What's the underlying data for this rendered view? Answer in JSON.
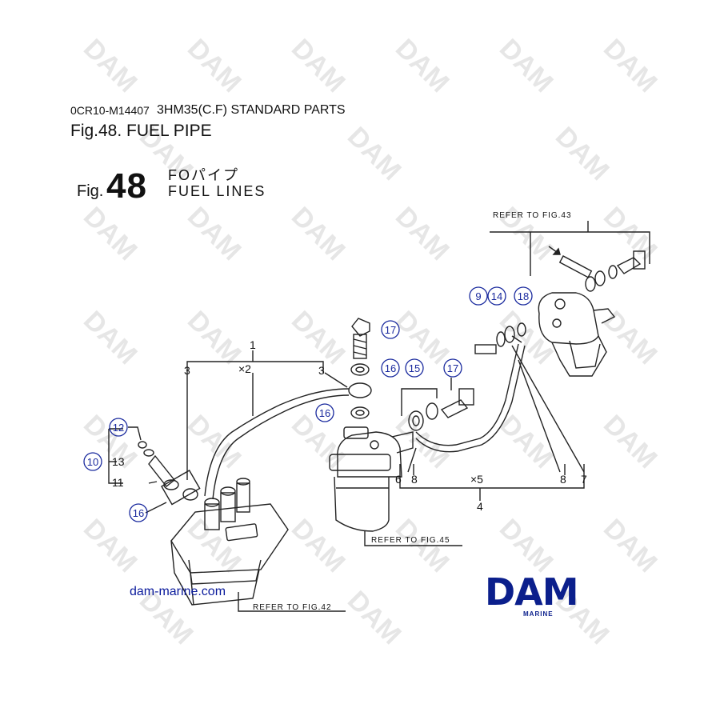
{
  "header": {
    "doc_code": "0CR10-M14407",
    "doc_title": "3HM35(C.F) STANDARD PARTS",
    "figure_title": "Fig.48.  FUEL PIPE"
  },
  "figure_block": {
    "label": "Fig.",
    "number": "48",
    "title_jp": "FOパイプ",
    "title_en": "FUEL LINES"
  },
  "references": {
    "fig43": "REFER TO FIG.43",
    "fig45": "REFER TO FIG.45",
    "fig42": "REFER TO FIG.42"
  },
  "callouts": {
    "c9": "9",
    "c14": "14",
    "c18": "18",
    "c17a": "17",
    "c16a": "16",
    "c16b": "16",
    "c15": "15",
    "c17b": "17",
    "c12": "12",
    "c10": "10",
    "c16c": "16"
  },
  "part_labels": {
    "p1": "1",
    "x2": "×2",
    "p3a": "3",
    "p3b": "3",
    "p13": "13",
    "p11": "11",
    "p6": "6",
    "p8a": "8",
    "x5": "×5",
    "p8b": "8",
    "p7": "7",
    "p4": "4"
  },
  "site_url": "dam-marine.com",
  "logo": {
    "text": "DAM",
    "subtitle": "MARINE",
    "color": "#0b1f8c"
  },
  "watermark": {
    "text": "DAM",
    "color": "#e6e6e6"
  },
  "callout_color": "#1a2a9e"
}
